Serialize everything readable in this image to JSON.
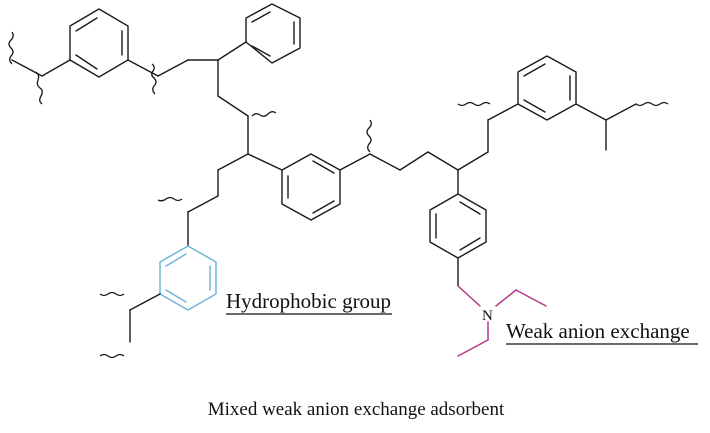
{
  "labels": {
    "hydrophobic": "Hydrophobic group",
    "weak_anion": "Weak anion exchange",
    "nitrogen": "N"
  },
  "caption": "Mixed weak anion exchange adsorbent",
  "colors": {
    "bond": "#1a1a1a",
    "hydrophobic_group": "#6fb6d6",
    "amine_group": "#b4378a"
  }
}
